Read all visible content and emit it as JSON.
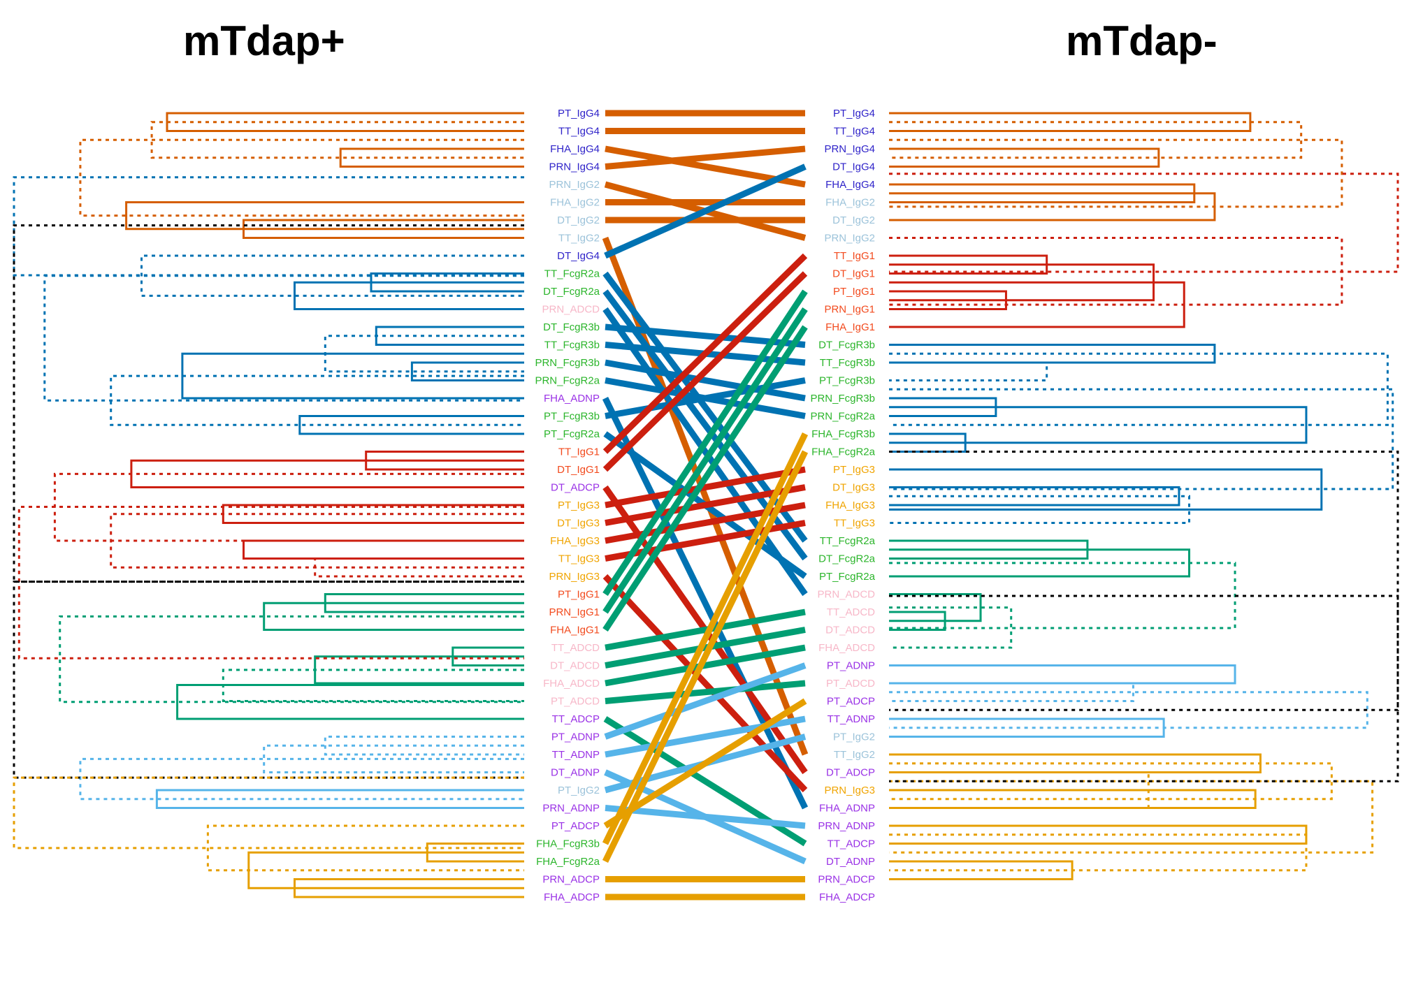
{
  "titles": {
    "left": "mTdap+",
    "right": "mTdap-"
  },
  "label_colors": {
    "PT_IgG4": "#2f23c9",
    "TT_IgG4": "#2f23c9",
    "FHA_IgG4": "#2f23c9",
    "PRN_IgG4": "#2f23c9",
    "DT_IgG4": "#2f23c9",
    "PRN_IgG2": "#9cc3da",
    "FHA_IgG2": "#9cc3da",
    "DT_IgG2": "#9cc3da",
    "TT_IgG2": "#9cc3da",
    "PT_IgG2": "#9cc3da",
    "TT_FcgR2a": "#2bb52b",
    "DT_FcgR2a": "#2bb52b",
    "DT_FcgR3b": "#2bb52b",
    "TT_FcgR3b": "#2bb52b",
    "PRN_FcgR3b": "#2bb52b",
    "PRN_FcgR2a": "#2bb52b",
    "PT_FcgR3b": "#2bb52b",
    "PT_FcgR2a": "#2bb52b",
    "FHA_FcgR3b": "#2bb52b",
    "FHA_FcgR2a": "#2bb52b",
    "PRN_ADCD": "#f7b7c8",
    "TT_ADCD": "#f7b7c8",
    "DT_ADCD": "#f7b7c8",
    "FHA_ADCD": "#f7b7c8",
    "PT_ADCD": "#f7b7c8",
    "FHA_ADNP": "#9a32e6",
    "PT_ADNP": "#9a32e6",
    "TT_ADNP": "#9a32e6",
    "DT_ADNP": "#9a32e6",
    "PRN_ADNP": "#9a32e6",
    "DT_ADCP": "#9a32e6",
    "TT_ADCP": "#9a32e6",
    "PT_ADCP": "#9a32e6",
    "PRN_ADCP": "#9a32e6",
    "FHA_ADCP": "#9a32e6",
    "TT_IgG1": "#f24a1d",
    "DT_IgG1": "#f24a1d",
    "PT_IgG1": "#f24a1d",
    "PRN_IgG1": "#f24a1d",
    "FHA_IgG1": "#f24a1d",
    "PT_IgG3": "#f0a400",
    "DT_IgG3": "#f0a400",
    "FHA_IgG3": "#f0a400",
    "TT_IgG3": "#f0a400",
    "PRN_IgG3": "#f0a400"
  },
  "cluster_colors": {
    "orange": "#d55e00",
    "blue": "#0072b2",
    "red": "#cc1f0f",
    "green": "#009e73",
    "skyblue": "#56b4e9",
    "gold": "#e69f00",
    "black": "#000000"
  },
  "left_labels": [
    "PT_IgG4",
    "TT_IgG4",
    "FHA_IgG4",
    "PRN_IgG4",
    "PRN_IgG2",
    "FHA_IgG2",
    "DT_IgG2",
    "TT_IgG2",
    "DT_IgG4",
    "TT_FcgR2a",
    "DT_FcgR2a",
    "PRN_ADCD",
    "DT_FcgR3b",
    "TT_FcgR3b",
    "PRN_FcgR3b",
    "PRN_FcgR2a",
    "FHA_ADNP",
    "PT_FcgR3b",
    "PT_FcgR2a",
    "TT_IgG1",
    "DT_IgG1",
    "DT_ADCP",
    "PT_IgG3",
    "DT_IgG3",
    "FHA_IgG3",
    "TT_IgG3",
    "PRN_IgG3",
    "PT_IgG1",
    "PRN_IgG1",
    "FHA_IgG1",
    "TT_ADCD",
    "DT_ADCD",
    "FHA_ADCD",
    "PT_ADCD",
    "TT_ADCP",
    "PT_ADNP",
    "TT_ADNP",
    "DT_ADNP",
    "PT_IgG2",
    "PRN_ADNP",
    "PT_ADCP",
    "FHA_FcgR3b",
    "FHA_FcgR2a",
    "PRN_ADCP",
    "FHA_ADCP"
  ],
  "right_labels": [
    "PT_IgG4",
    "TT_IgG4",
    "PRN_IgG4",
    "DT_IgG4",
    "FHA_IgG4",
    "FHA_IgG2",
    "DT_IgG2",
    "PRN_IgG2",
    "TT_IgG1",
    "DT_IgG1",
    "PT_IgG1",
    "PRN_IgG1",
    "FHA_IgG1",
    "DT_FcgR3b",
    "TT_FcgR3b",
    "PT_FcgR3b",
    "PRN_FcgR3b",
    "PRN_FcgR2a",
    "FHA_FcgR3b",
    "FHA_FcgR2a",
    "PT_IgG3",
    "DT_IgG3",
    "FHA_IgG3",
    "TT_IgG3",
    "TT_FcgR2a",
    "DT_FcgR2a",
    "PT_FcgR2a",
    "PRN_ADCD",
    "TT_ADCD",
    "DT_ADCD",
    "FHA_ADCD",
    "PT_ADNP",
    "PT_ADCD",
    "PT_ADCP",
    "TT_ADNP",
    "PT_IgG2",
    "TT_IgG2",
    "DT_ADCP",
    "PRN_IgG3",
    "FHA_ADNP",
    "PRN_ADNP",
    "TT_ADCP",
    "DT_ADNP",
    "PRN_ADCP",
    "FHA_ADCP"
  ],
  "connector_colors": [
    "orange",
    "orange",
    "orange",
    "orange",
    "orange",
    "orange",
    "orange",
    "orange",
    "blue",
    "blue",
    "blue",
    "blue",
    "blue",
    "blue",
    "blue",
    "blue",
    "blue",
    "blue",
    "blue",
    "red",
    "red",
    "red",
    "red",
    "red",
    "red",
    "red",
    "red",
    "green",
    "green",
    "green",
    "green",
    "green",
    "green",
    "green",
    "green",
    "skyblue",
    "skyblue",
    "skyblue",
    "skyblue",
    "skyblue",
    "gold",
    "gold",
    "gold",
    "gold",
    "gold"
  ],
  "left_tree": [
    {
      "a": 0,
      "b": 1,
      "h": 0.7,
      "c": "orange"
    },
    {
      "a": 2,
      "b": 3,
      "h": 0.36,
      "c": "orange"
    },
    {
      "a": 6,
      "b": 7,
      "h": 0.55,
      "c": "orange"
    },
    {
      "a": 5,
      "b": 6.5,
      "h": 0.78,
      "c": "orange"
    },
    {
      "a": 0.5,
      "b": 2.5,
      "h": 0.73,
      "c": "orange",
      "dash": true
    },
    {
      "a": 1.5,
      "b": 5.75,
      "h": 0.87,
      "c": "orange",
      "dash": true
    },
    {
      "a": 9,
      "b": 10,
      "h": 0.3,
      "c": "blue"
    },
    {
      "a": 9.5,
      "b": 11,
      "h": 0.45,
      "c": "blue"
    },
    {
      "a": 8,
      "b": 10.25,
      "h": 0.75,
      "c": "blue",
      "dash": true
    },
    {
      "a": 14,
      "b": 15,
      "h": 0.22,
      "c": "blue"
    },
    {
      "a": 12,
      "b": 13,
      "h": 0.29,
      "c": "blue"
    },
    {
      "a": 12.5,
      "b": 14.5,
      "h": 0.39,
      "c": "blue",
      "dash": true
    },
    {
      "a": 13.5,
      "b": 16,
      "h": 0.67,
      "c": "blue"
    },
    {
      "a": 17,
      "b": 18,
      "h": 0.44,
      "c": "blue"
    },
    {
      "a": 14.75,
      "b": 17.5,
      "h": 0.81,
      "c": "blue",
      "dash": true
    },
    {
      "a": 9.125,
      "b": 16.125,
      "h": 0.94,
      "c": "blue",
      "dash": true
    },
    {
      "a": 19,
      "b": 20,
      "h": 0.31,
      "c": "red"
    },
    {
      "a": 19.5,
      "b": 21,
      "h": 0.77,
      "c": "red"
    },
    {
      "a": 24,
      "b": 25,
      "h": 0.55,
      "c": "red"
    },
    {
      "a": 25,
      "b": 26,
      "h": 0.41,
      "c": "red",
      "dash": true
    },
    {
      "a": 22,
      "b": 23,
      "h": 0.59,
      "c": "red"
    },
    {
      "a": 22.5,
      "b": 25.5,
      "h": 0.81,
      "c": "red",
      "dash": true
    },
    {
      "a": 20.25,
      "b": 24,
      "h": 0.92,
      "c": "red",
      "dash": true
    },
    {
      "a": 27,
      "b": 28,
      "h": 0.39,
      "c": "green"
    },
    {
      "a": 27.5,
      "b": 29,
      "h": 0.51,
      "c": "green"
    },
    {
      "a": 30,
      "b": 31,
      "h": 0.14,
      "c": "green"
    },
    {
      "a": 30.5,
      "b": 32,
      "h": 0.41,
      "c": "green"
    },
    {
      "a": 31.25,
      "b": 33,
      "h": 0.59,
      "c": "green",
      "dash": true
    },
    {
      "a": 32.1,
      "b": 34,
      "h": 0.68,
      "c": "green"
    },
    {
      "a": 28.25,
      "b": 33.05,
      "h": 0.91,
      "c": "green",
      "dash": true
    },
    {
      "a": 35,
      "b": 36,
      "h": 0.39,
      "c": "skyblue",
      "dash": true
    },
    {
      "a": 38,
      "b": 39,
      "h": 0.72,
      "c": "skyblue"
    },
    {
      "a": 35.5,
      "b": 37,
      "h": 0.51,
      "c": "skyblue",
      "dash": true
    },
    {
      "a": 36.25,
      "b": 38.5,
      "h": 0.87,
      "c": "skyblue",
      "dash": true
    },
    {
      "a": 41,
      "b": 42,
      "h": 0.19,
      "c": "gold"
    },
    {
      "a": 43,
      "b": 44,
      "h": 0.45,
      "c": "gold"
    },
    {
      "a": 41.5,
      "b": 43.5,
      "h": 0.54,
      "c": "gold"
    },
    {
      "a": 40,
      "b": 42.5,
      "h": 0.62,
      "c": "gold",
      "dash": true
    },
    {
      "a": 3.6,
      "b": 9.1,
      "h": 1.0,
      "c": "blue",
      "dash": true
    },
    {
      "a": 22.1,
      "b": 30.6,
      "h": 0.99,
      "c": "red",
      "dash": true
    },
    {
      "a": 26.3,
      "b": 37.3,
      "h": 1.0,
      "c": "black",
      "dash": true
    },
    {
      "a": 6.3,
      "b": 26.3,
      "h": 1.0,
      "c": "black",
      "dash": true
    },
    {
      "a": 37.3,
      "b": 41.25,
      "h": 1.0,
      "c": "gold",
      "dash": true
    }
  ],
  "right_tree": [
    {
      "a": 0,
      "b": 1,
      "h": 0.71,
      "c": "orange"
    },
    {
      "a": 2,
      "b": 3,
      "h": 0.53,
      "c": "orange"
    },
    {
      "a": 4,
      "b": 5,
      "h": 0.6,
      "c": "orange"
    },
    {
      "a": 4.5,
      "b": 6,
      "h": 0.64,
      "c": "orange"
    },
    {
      "a": 0.5,
      "b": 2.5,
      "h": 0.81,
      "c": "orange",
      "dash": true
    },
    {
      "a": 1.5,
      "b": 5.25,
      "h": 0.89,
      "c": "orange",
      "dash": true
    },
    {
      "a": 8,
      "b": 9,
      "h": 0.31,
      "c": "red"
    },
    {
      "a": 10,
      "b": 11,
      "h": 0.23,
      "c": "red"
    },
    {
      "a": 8.5,
      "b": 10.5,
      "h": 0.52,
      "c": "red"
    },
    {
      "a": 9.5,
      "b": 12,
      "h": 0.58,
      "c": "red"
    },
    {
      "a": 7,
      "b": 10.75,
      "h": 0.89,
      "c": "red",
      "dash": true
    },
    {
      "a": 3.4,
      "b": 8.9,
      "h": 1.0,
      "c": "red",
      "dash": true
    },
    {
      "a": 13,
      "b": 14,
      "h": 0.64,
      "c": "blue"
    },
    {
      "a": 14,
      "b": 15,
      "h": 0.31,
      "c": "blue",
      "dash": true
    },
    {
      "a": 16,
      "b": 17,
      "h": 0.21,
      "c": "blue"
    },
    {
      "a": 18,
      "b": 19,
      "h": 0.15,
      "c": "blue"
    },
    {
      "a": 16.5,
      "b": 18.5,
      "h": 0.82,
      "c": "blue"
    },
    {
      "a": 13.5,
      "b": 17.5,
      "h": 0.98,
      "c": "blue",
      "dash": true
    },
    {
      "a": 21,
      "b": 22,
      "h": 0.57,
      "c": "blue"
    },
    {
      "a": 21.5,
      "b": 23,
      "h": 0.59,
      "c": "blue",
      "dash": true
    },
    {
      "a": 20,
      "b": 22.25,
      "h": 0.85,
      "c": "blue"
    },
    {
      "a": 15.5,
      "b": 21.1,
      "h": 0.99,
      "c": "blue",
      "dash": true
    },
    {
      "a": 24,
      "b": 25,
      "h": 0.39,
      "c": "green"
    },
    {
      "a": 24.5,
      "b": 26,
      "h": 0.59,
      "c": "green"
    },
    {
      "a": 28,
      "b": 29,
      "h": 0.11,
      "c": "green"
    },
    {
      "a": 27,
      "b": 28.5,
      "h": 0.18,
      "c": "green"
    },
    {
      "a": 27.75,
      "b": 30,
      "h": 0.24,
      "c": "green",
      "dash": true
    },
    {
      "a": 25.25,
      "b": 28.9,
      "h": 0.68,
      "c": "green",
      "dash": true
    },
    {
      "a": 31,
      "b": 32,
      "h": 0.68,
      "c": "skyblue"
    },
    {
      "a": 32,
      "b": 33,
      "h": 0.48,
      "c": "skyblue",
      "dash": true
    },
    {
      "a": 34,
      "b": 35,
      "h": 0.54,
      "c": "skyblue"
    },
    {
      "a": 32.5,
      "b": 34.5,
      "h": 0.94,
      "c": "skyblue",
      "dash": true
    },
    {
      "a": 27.1,
      "b": 33.5,
      "h": 1.0,
      "c": "black",
      "dash": true
    },
    {
      "a": 36,
      "b": 37,
      "h": 0.73,
      "c": "gold"
    },
    {
      "a": 38,
      "b": 39,
      "h": 0.72,
      "c": "gold"
    },
    {
      "a": 37,
      "b": 39,
      "h": 0.51,
      "c": "gold",
      "dash": true
    },
    {
      "a": 36.5,
      "b": 38.5,
      "h": 0.87,
      "c": "gold",
      "dash": true
    },
    {
      "a": 40,
      "b": 41,
      "h": 0.82,
      "c": "gold"
    },
    {
      "a": 42,
      "b": 43,
      "h": 0.36,
      "c": "gold"
    },
    {
      "a": 40.5,
      "b": 42.5,
      "h": 0.82,
      "c": "gold",
      "dash": true
    },
    {
      "a": 37.5,
      "b": 41.5,
      "h": 0.95,
      "c": "gold",
      "dash": true
    },
    {
      "a": 19,
      "b": 37.5,
      "h": 1.0,
      "c": "black",
      "dash": true
    }
  ]
}
